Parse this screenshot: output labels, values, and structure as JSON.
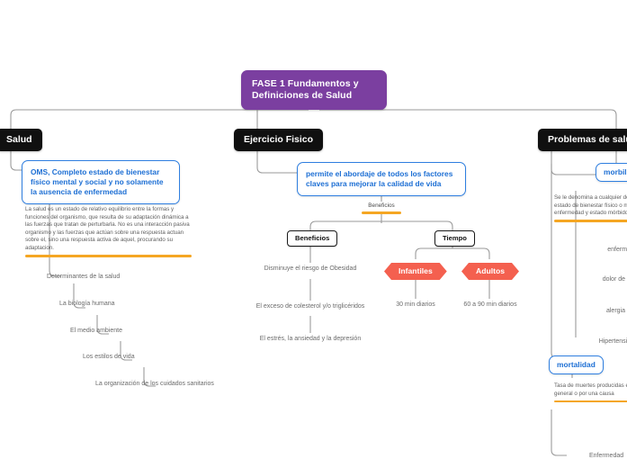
{
  "map": {
    "root": {
      "label": "FASE 1 Fundamentos y Definiciones de Salud",
      "color": "#7B3FA0"
    },
    "branches": [
      {
        "id": "salud",
        "label": "Salud"
      },
      {
        "id": "ejercicio",
        "label": "Ejercicio Fisico"
      },
      {
        "id": "problemas",
        "label": "Problemas de salud"
      }
    ],
    "salud": {
      "definition": "OMS, Completo estado de bienestar físico mental y social y no solamente la ausencia de enfermedad",
      "paragraph": "La salud es un estado de relativo equilibrio entre la formas y funciones del organismo, que resulta de su adaptación dinámica a las fuerzas que tratan de perturbarla. No es una interacción pasiva organismo y las fuerzas que actúan sobre una respuesta actuan sobre el, sino una respuesta activa de aquel, procurando su adaptacion.",
      "chain": [
        "Determinantes de la salud",
        "La biología humana",
        "El medio ambiente",
        "Los estilos de vida",
        "La organización de los cuidados sanitarios"
      ]
    },
    "ejercicio": {
      "definition": "permite el abordaje de todos los factores claves para mejorar la calidad de vida",
      "hub_label": "Beneficios",
      "beneficios": {
        "title": "Beneficios",
        "items": [
          "Disminuye el riesgo de Obesidad",
          "El exceso de colesterol y/o triglicéridos",
          "El estrés, la ansiedad y la depresión"
        ]
      },
      "tiempo": {
        "title": "Tiempo",
        "groups": [
          {
            "tag": "Infantiles",
            "value": "30 min diarios"
          },
          {
            "tag": "Adultos",
            "value": "60 a 90 min diarios"
          }
        ]
      }
    },
    "problemas": {
      "morbilidad": {
        "tag": "morbilidad",
        "paragraph": "Se le denomina a cualquier desviación subjetiva u objetiva, del estado de bienestar físico o mental. En este contexto, los términos enfermedad y estado mórbido se consideran",
        "items": [
          "enfermedades",
          "dolor de",
          "alergia",
          "Hipertensión"
        ]
      },
      "mortalidad": {
        "tag": "mortalidad",
        "paragraph": "Tasa de muertes producidas en un periodo de tiempo dado, en general o por una causa"
      },
      "footer": "Enfermedad"
    },
    "colors": {
      "root_purple": "#7B3FA0",
      "branch_black": "#101010",
      "callout_blue": "#2F7FE0",
      "callout_text": "#1D6FD4",
      "rule_orange": "#F5A623",
      "hex_coral": "#F4604F",
      "wire_gray": "#9A9A9A",
      "body_gray": "#6B6B6B"
    }
  }
}
